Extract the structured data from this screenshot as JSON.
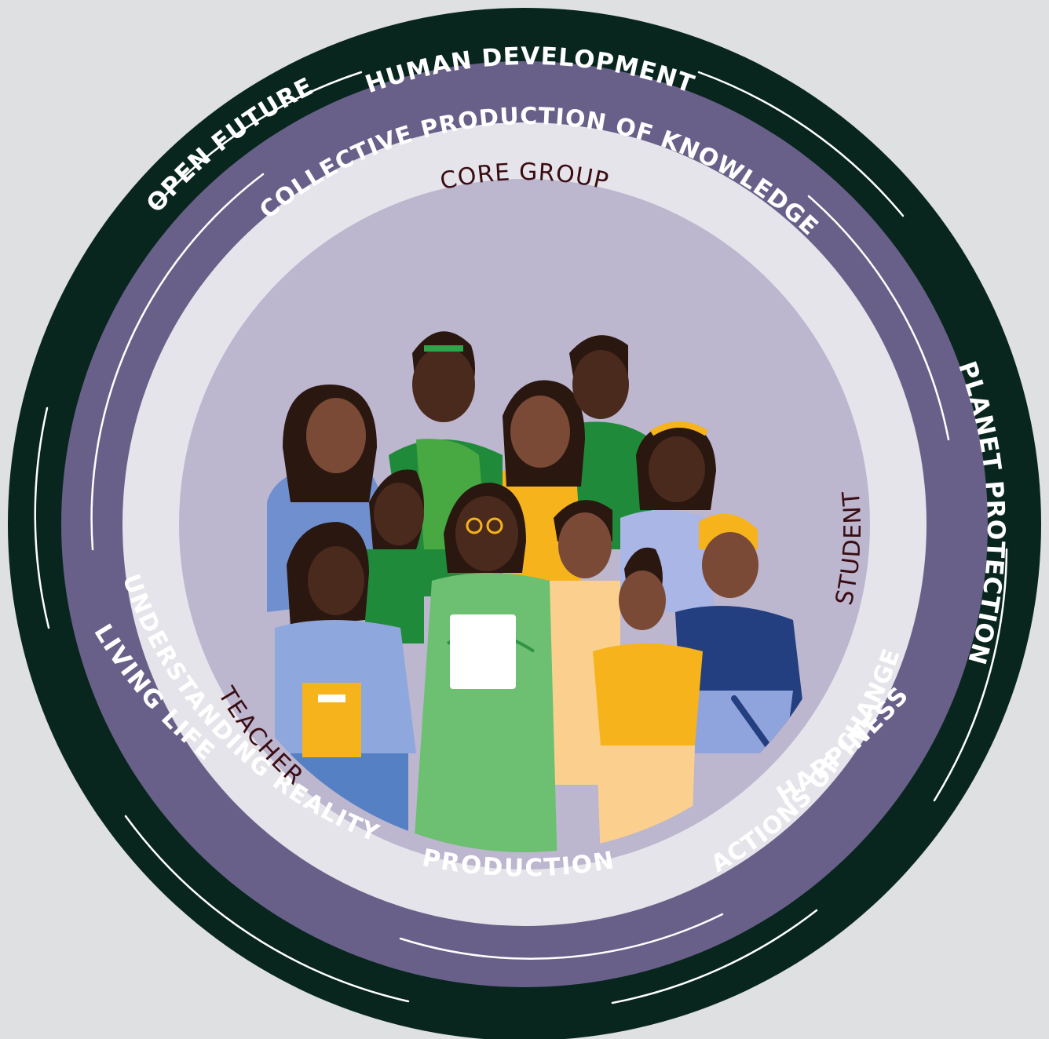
{
  "colors": {
    "background": "#dfe0e1",
    "outer_ring": "#08261e",
    "middle_ring": "#69608a",
    "inner_ring": "#e5e4ea",
    "center_disc": "#bcb6cf",
    "outer_text": "#ffffff",
    "middle_text": "#ffffff",
    "inner_text": "#3a0c12"
  },
  "outer_ring": {
    "labels": [
      "HUMAN DEVELOPMENT",
      "PLANET PROTECTION",
      "HAPPINESS",
      "PRODUCTION",
      "LIVING LIFE",
      "OPEN FUTURE"
    ]
  },
  "middle_ring": {
    "labels": [
      "COLLECTIVE PRODUCTION OF KNOWLEDGE",
      "ACTIONS OF CHANGE",
      "UNDERSTANDING REALITY"
    ]
  },
  "inner_ring": {
    "labels": [
      "CORE GROUP",
      "STUDENT",
      "TEACHER"
    ]
  },
  "illustration": {
    "subject": "group-of-people-illustration"
  }
}
